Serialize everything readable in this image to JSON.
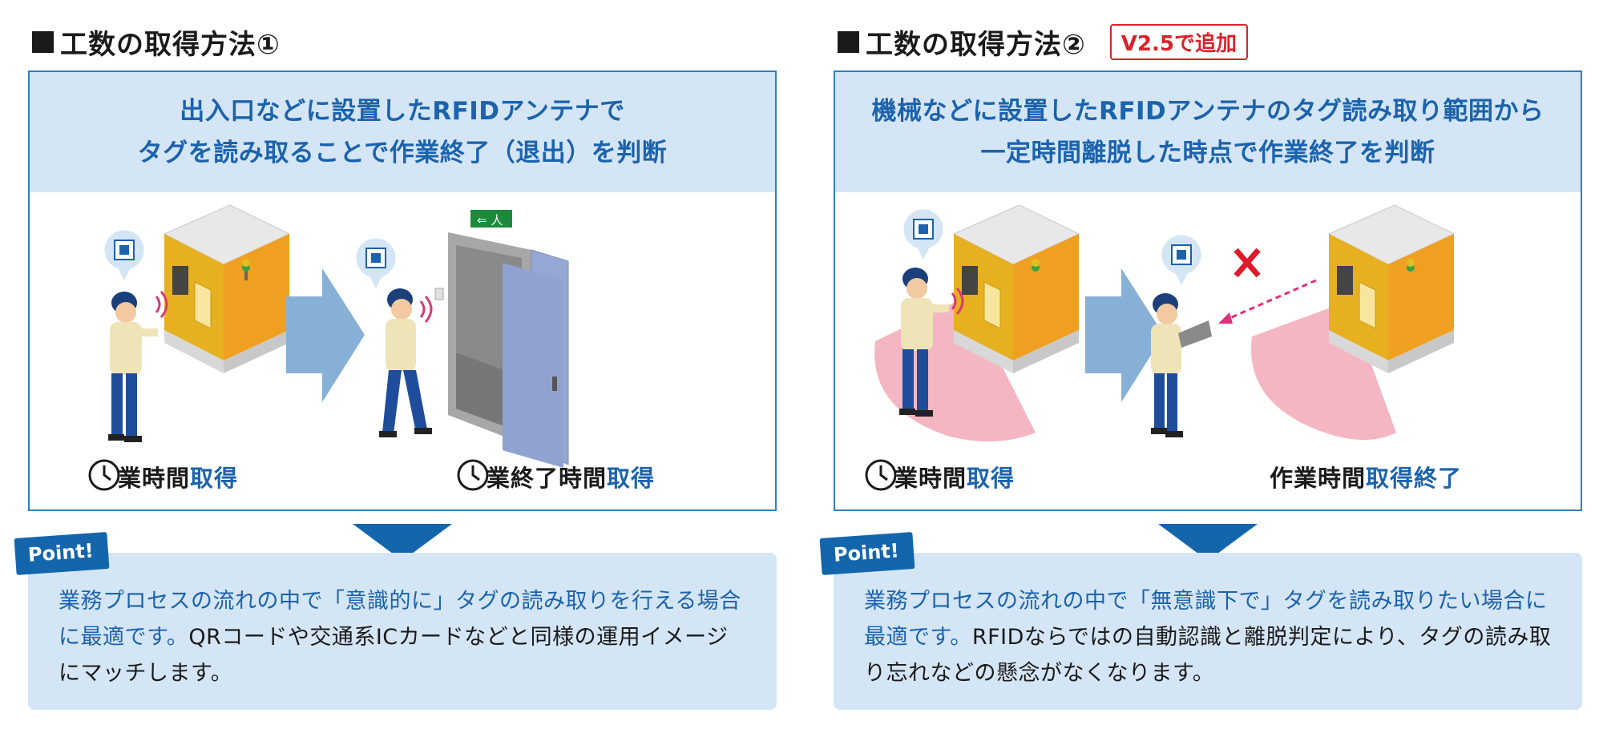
{
  "left": {
    "heading": "工数の取得方法①",
    "head_line1": "出入口などに設置したRFIDアンテナで",
    "head_line2": "タグを読み取ることで作業終了（退出）を判断",
    "cap1_a": "作業時間",
    "cap1_b": "取得",
    "cap2_a": "作業終了時間",
    "cap2_b": "取得",
    "point_label": "Point!",
    "note_blue": "業務プロセスの流れの中で「意識的に」タグの読み取りを行える場合に最適です。",
    "note_dark": "QRコードや交通系ICカードなどと同様の運用イメージにマッチします。"
  },
  "right": {
    "heading": "工数の取得方法②",
    "badge": "V2.5で追加",
    "head_line1": "機械などに設置したRFIDアンテナのタグ読み取り範囲から",
    "head_line2": "一定時間離脱した時点で作業終了を判断",
    "cap1_a": "作業時間",
    "cap1_b": "取得",
    "cap2_a": "作業時間",
    "cap2_b": "取得終了",
    "point_label": "Point!",
    "note_blue": "業務プロセスの流れの中で「無意識下で」タグを読み取りたい場合に最適です。",
    "note_dark": "RFIDならではの自動認識と離脱判定により、タグの読み取り忘れなどの懸念がなくなります。"
  },
  "colors": {
    "accent_blue": "#1b63ad",
    "frame_blue": "#2f7fc1",
    "panel_blue": "#d4e5f5",
    "badge_red": "#d9222a",
    "machine_orange": "#f0a020",
    "range_pink": "#f4b6c2"
  },
  "icons": [
    "clock-icon",
    "tag-bubble-icon",
    "arrow-right-icon",
    "exit-sign-icon",
    "cross-icon"
  ]
}
